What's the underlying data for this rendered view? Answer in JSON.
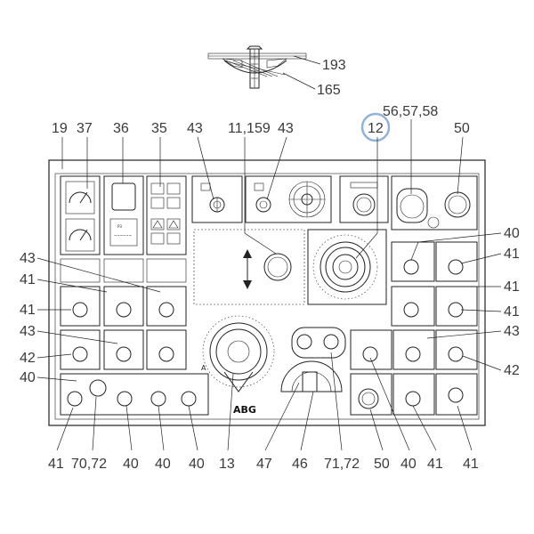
{
  "callouts": {
    "c193": "193",
    "c165": "165",
    "c19": "19",
    "c37": "37",
    "c36": "36",
    "c35": "35",
    "c43_top_a": "43",
    "c11_159": "11,159",
    "c43_top_b": "43",
    "c12": "12",
    "c56_57_58": "56,57,58",
    "c50_top": "50",
    "c40_right_a": "40",
    "c41_right_a": "41",
    "c41_right_b": "41",
    "c41_right_c": "41",
    "c43_right": "43",
    "c42_right": "42",
    "c43_left_a": "43",
    "c41_left_a": "41",
    "c41_left_b": "41",
    "c43_left_b": "43",
    "c42_left": "42",
    "c40_left": "40",
    "b41_a": "41",
    "b70_72": "70,72",
    "b40_a": "40",
    "b40_b": "40",
    "b40_c": "40",
    "b13": "13",
    "b47": "47",
    "b46": "46",
    "b71_72": "71,72",
    "b50": "50",
    "b40_d": "40",
    "b41_b": "41",
    "b41_c": "41"
  },
  "panel": {
    "brand": "ABG",
    "letter_a": "A"
  },
  "highlight_color": "#8fb4d8"
}
